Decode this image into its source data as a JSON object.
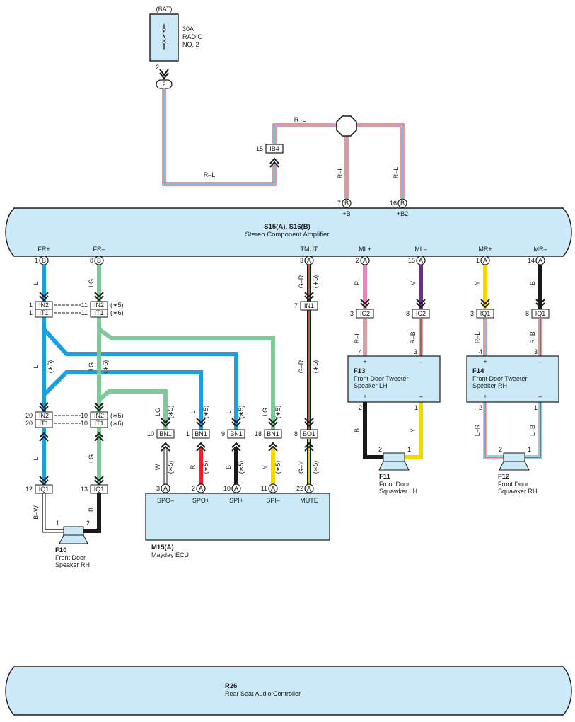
{
  "battery": {
    "tag": "(BAT)",
    "fuse_amp": "30A",
    "fuse_name1": "RADIO",
    "fuse_name2": "NO. 2",
    "pin": "2",
    "connector_pin": "2"
  },
  "top_wiring": {
    "wire_rl_top": "R–L",
    "wire_rl_left": "R–L",
    "wire_rl_b": "R–L",
    "wire_rl_b2": "R–L",
    "ib4_pin": "15",
    "ib4_label": "IB4"
  },
  "amplifier": {
    "code": "S15(A), S16(B)",
    "name": "Stereo Component Amplifier",
    "top_pins": [
      {
        "num": "7",
        "letter": "B",
        "label": "+B"
      },
      {
        "num": "16",
        "letter": "B",
        "label": "+B2"
      }
    ],
    "bottom_terms": [
      {
        "label": "FR+",
        "num": "1",
        "letter": "B"
      },
      {
        "label": "FR–",
        "num": "8",
        "letter": "B"
      },
      {
        "label": "TMUT",
        "num": "3",
        "letter": "A"
      },
      {
        "label": "ML+",
        "num": "2",
        "letter": "A"
      },
      {
        "label": "ML–",
        "num": "15",
        "letter": "A"
      },
      {
        "label": "MR+",
        "num": "1",
        "letter": "A"
      },
      {
        "label": "MR–",
        "num": "14",
        "letter": "A"
      }
    ]
  },
  "wires": {
    "fr_plus": "L",
    "fr_minus": "LG",
    "tmut": "G–R",
    "ml_plus": "P",
    "ml_minus": "V",
    "mr_plus": "Y",
    "mr_minus": "B",
    "tmut_note": "(∗5)",
    "tmut_mid": "G–R",
    "tmut_mid_note": "(∗5)",
    "l_mid": "L",
    "l_mid_note": "(∗6)",
    "lg_mid": "LG",
    "lg_mid_note": "(∗6)",
    "l_low": "L",
    "lg_low": "LG",
    "l_speaker": "B–W",
    "b_speaker": "B",
    "ic2_a": "R–L",
    "ic2_b": "R–B",
    "iq1_a": "R–L",
    "iq1_b": "R–B",
    "f13_b": "B",
    "f13_y": "Y",
    "f14_lr": "L–R",
    "f14_lb": "L–B",
    "bn1_lg": "LG",
    "bn1_l": "L",
    "bn1_l2": "L",
    "bn1_lg2": "LG",
    "bn1_note": "(∗5)",
    "m15_w": "W",
    "m15_r": "R",
    "m15_b": "B",
    "m15_y": "Y",
    "m15_gy": "G–Y",
    "m15_note": "(∗5)"
  },
  "connectors": {
    "in2_a": {
      "pin": "1",
      "label": "IN2"
    },
    "it1_a": {
      "pin": "1",
      "label": "IT1"
    },
    "in2_b": {
      "pin": "11",
      "label": "IN2",
      "pin_l": "11",
      "note": "(∗5)"
    },
    "it1_b": {
      "pin": "11",
      "label": "IT1",
      "pin_l": "11",
      "note": "(∗6)"
    },
    "in2_c": {
      "pin": "20",
      "label": "IN2"
    },
    "it1_c": {
      "pin": "20",
      "label": "IT1"
    },
    "in2_d": {
      "pin": "10",
      "label": "IN2",
      "pin_l": "10",
      "note": "(∗5)"
    },
    "it1_d": {
      "pin": "10",
      "label": "IT1",
      "pin_l": "10",
      "note": "(∗6)"
    },
    "in1": {
      "pin": "7",
      "label": "IN1"
    },
    "bo1": {
      "pin": "8",
      "label": "BO1"
    },
    "ic2_1": {
      "pin": "3",
      "label": "IC2"
    },
    "ic2_2": {
      "pin": "8",
      "label": "IC2"
    },
    "iq1_1": {
      "pin": "3",
      "label": "IQ1"
    },
    "iq1_2": {
      "pin": "8",
      "label": "IQ1"
    },
    "iq1_l": {
      "pin": "12",
      "label": "IQ1"
    },
    "iq1_r": {
      "pin": "13",
      "label": "IQ1"
    },
    "bn1": [
      {
        "pin": "10",
        "label": "BN1"
      },
      {
        "pin": "1",
        "label": "BN1"
      },
      {
        "pin": "9",
        "label": "BN1"
      },
      {
        "pin": "18",
        "label": "BN1"
      }
    ]
  },
  "f13": {
    "code": "F13",
    "name1": "Front Door Tweeter",
    "name2": "Speaker LH",
    "plus": "+",
    "minus": "–",
    "p_in1": "4",
    "p_in2": "3",
    "p_out1": "2",
    "p_out2": "1"
  },
  "f14": {
    "code": "F14",
    "name1": "Front Door Tweeter",
    "name2": "Speaker RH",
    "plus": "+",
    "minus": "–",
    "p_in1": "4",
    "p_in2": "3",
    "p_out1": "2",
    "p_out2": "1"
  },
  "f11": {
    "code": "F11",
    "name1": "Front Door",
    "name2": "Squawker LH",
    "p1": "2",
    "p2": "1"
  },
  "f12": {
    "code": "F12",
    "name1": "Front Door",
    "name2": "Squawker RH",
    "p1": "2",
    "p2": "1"
  },
  "f10": {
    "code": "F10",
    "name1": "Front Door",
    "name2": "Speaker RH",
    "p1": "1",
    "p2": "2"
  },
  "m15": {
    "code": "M15(A)",
    "name": "Mayday ECU",
    "terms": [
      {
        "num": "3",
        "letter": "A",
        "label": "SPO–"
      },
      {
        "num": "2",
        "letter": "A",
        "label": "SPO+"
      },
      {
        "num": "10",
        "letter": "A",
        "label": "SPI+"
      },
      {
        "num": "11",
        "letter": "A",
        "label": "SPI–"
      },
      {
        "num": "22",
        "letter": "A",
        "label": "MUTE"
      }
    ]
  },
  "r26": {
    "code": "R26",
    "name": "Rear Seat Audio Controller"
  },
  "colors": {
    "blue": "#1aa0e0",
    "green": "#7ec89a",
    "red": "#e5242a",
    "pink": "#e887b8",
    "purple": "#6b2d8c",
    "yellow": "#f6d800",
    "black": "#1a1a1a",
    "panel": "#cce9f8"
  }
}
